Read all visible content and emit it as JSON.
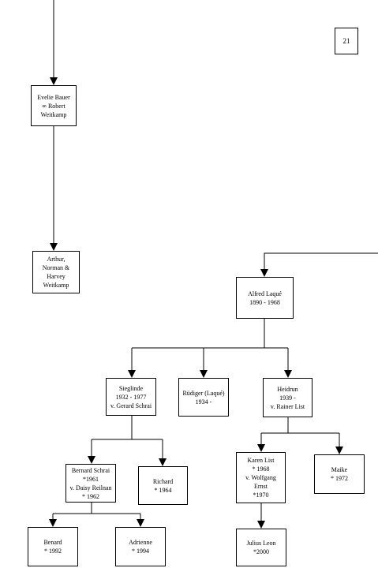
{
  "page_number": "21",
  "people": {
    "evelie": [
      "Evelie Bauer",
      "∞ Robert",
      "Weitkamp"
    ],
    "arthur": [
      "Arthur,",
      "Norman &",
      "Harvey",
      "Weitkamp"
    ],
    "alfred": [
      "Alfred Laqué",
      "1890 - 1968"
    ],
    "sieglinde": [
      "Sieglinde",
      "1932 - 1977",
      "v. Gerard Schrai"
    ],
    "ruediger": [
      "Rüdiger (Laqué)",
      "1934 -"
    ],
    "heidrun": [
      "Heidrun",
      "1939 -",
      "v. Rainer List"
    ],
    "bernard": [
      "Bernard Schrai",
      "*1961",
      "v. Daisy Reilnan",
      "* 1962"
    ],
    "richard": [
      "Richard",
      "* 1964"
    ],
    "karen": [
      "Karen List",
      "* 1968",
      "v. Wolfgang",
      "Ernst",
      "*1970"
    ],
    "maike": [
      "Maike",
      "* 1972"
    ],
    "benard": [
      "Benard",
      "* 1992"
    ],
    "adrienne": [
      "Adrienne",
      "* 1994"
    ],
    "julius": [
      "Julius Leon",
      "*2000"
    ]
  }
}
